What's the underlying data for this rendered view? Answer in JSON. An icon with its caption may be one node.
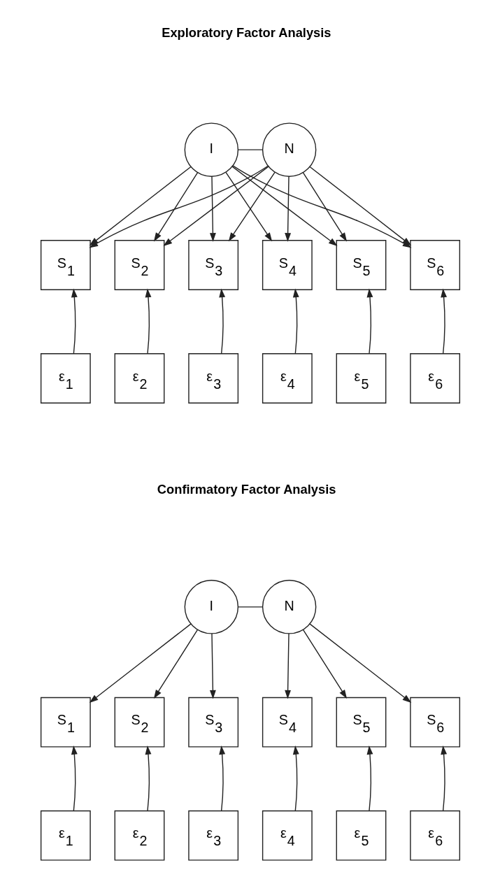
{
  "diagram": {
    "nodes": [
      {
        "text": [
          "I"
        ]
      },
      {
        "text": [
          "N"
        ]
      },
      {
        "text": [
          "S$_{1}$"
        ]
      },
      {
        "text": [
          "S$_{2}$"
        ]
      },
      {
        "text": [
          "S$_{3}$"
        ]
      },
      {
        "text": [
          "S$_{4}$"
        ]
      },
      {
        "text": [
          "S$_{5}$"
        ]
      },
      {
        "text": [
          "S$_{6}$"
        ]
      },
      {
        "text": [
          "ε$_{1}$"
        ]
      },
      {
        "text": [
          "ε$_{2}$"
        ]
      },
      {
        "text": [
          "ε$_{3}$"
        ]
      },
      {
        "text": [
          "ε$_{4}$"
        ]
      },
      {
        "text": [
          "ε$_{5}$"
        ]
      },
      {
        "text": [
          "ε$_{6}$"
        ]
      },
      {
        "text": [
          "I"
        ]
      },
      {
        "text": [
          "N"
        ]
      },
      {
        "text": [
          "S$_{1}$"
        ]
      },
      {
        "text": [
          "S$_{2}$"
        ]
      },
      {
        "text": [
          "S$_{3}$"
        ]
      },
      {
        "text": [
          "S$_{4}$"
        ]
      },
      {
        "text": [
          "S$_{5}$"
        ]
      },
      {
        "text": [
          "S$_{6}$"
        ]
      },
      {
        "text": [
          "ε$_{1}$"
        ]
      },
      {
        "text": [
          "ε$_{2}$"
        ]
      },
      {
        "text": [
          "ε$_{3}$"
        ]
      },
      {
        "text": [
          "ε$_{4}$"
        ]
      },
      {
        "text": [
          "ε$_{5}$"
        ]
      },
      {
        "text": [
          "ε$_{6}$"
        ]
      }
    ],
    "edges": [
      {
        "from": 0,
        "to": 1,
        "arrow": "none"
      },
      {
        "from": 0,
        "to": 2,
        "arrow": "to"
      },
      {
        "from": 0,
        "to": 3,
        "arrow": "to"
      },
      {
        "from": 0,
        "to": 4,
        "arrow": "to"
      },
      {
        "from": 0,
        "to": 5,
        "arrow": "to"
      },
      {
        "from": 0,
        "to": 6,
        "arrow": "to"
      },
      {
        "from": 0,
        "to": 7,
        "arrow": "to"
      },
      {
        "from": 1,
        "to": 2,
        "arrow": "to"
      },
      {
        "from": 1,
        "to": 3,
        "arrow": "to"
      },
      {
        "from": 1,
        "to": 4,
        "arrow": "to"
      },
      {
        "from": 1,
        "to": 5,
        "arrow": "to"
      },
      {
        "from": 1,
        "to": 6,
        "arrow": "to"
      },
      {
        "from": 1,
        "to": 7,
        "arrow": "to"
      },
      {
        "from": 8,
        "to": 2,
        "arrow": "to"
      },
      {
        "from": 9,
        "to": 3,
        "arrow": "to"
      },
      {
        "from": 10,
        "to": 4,
        "arrow": "to"
      },
      {
        "from": 11,
        "to": 5,
        "arrow": "to"
      },
      {
        "from": 12,
        "to": 6,
        "arrow": "to"
      },
      {
        "from": 13,
        "to": 7,
        "arrow": "to"
      },
      {
        "from": 14,
        "to": 15,
        "arrow": "none"
      },
      {
        "from": 14,
        "to": 16,
        "arrow": "to"
      },
      {
        "from": 14,
        "to": 17,
        "arrow": "to"
      },
      {
        "from": 14,
        "to": 18,
        "arrow": "to"
      },
      {
        "from": 15,
        "to": 19,
        "arrow": "to"
      },
      {
        "from": 15,
        "to": 20,
        "arrow": "to"
      },
      {
        "from": 15,
        "to": 21,
        "arrow": "to"
      },
      {
        "from": 22,
        "to": 16,
        "arrow": "to"
      },
      {
        "from": 23,
        "to": 17,
        "arrow": "to"
      },
      {
        "from": 24,
        "to": 18,
        "arrow": "to"
      },
      {
        "from": 25,
        "to": 19,
        "arrow": "to"
      },
      {
        "from": 26,
        "to": 20,
        "arrow": "to"
      },
      {
        "from": 27,
        "to": 21,
        "arrow": "to"
      }
    ],
    "labels": [
      "Exploratory Factor Analysis",
      "Confirmatory Factor Analysis"
    ]
  }
}
